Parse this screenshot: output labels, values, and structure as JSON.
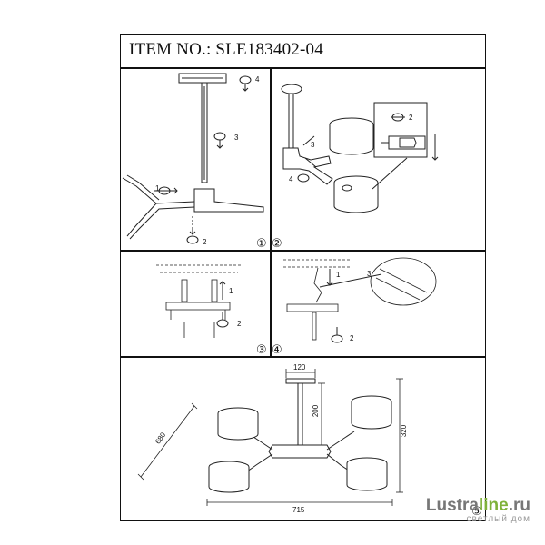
{
  "title": "ITEM NO.: SLE183402-04",
  "panels": {
    "p1": {
      "marker": "①",
      "steps": [
        "1",
        "2",
        "3",
        "4"
      ]
    },
    "p2": {
      "marker": "②",
      "steps": [
        "2",
        "3",
        "4"
      ]
    },
    "p3": {
      "marker": "③",
      "steps": [
        "1",
        "2"
      ]
    },
    "p4": {
      "marker": "④",
      "steps": [
        "1",
        "2",
        "3"
      ]
    },
    "p5": {
      "marker": "⑤"
    }
  },
  "dimensions": {
    "canopy": "120",
    "rod": "200",
    "height": "320",
    "width": "715",
    "diagonal": "680"
  },
  "watermark": {
    "brand_a": "Lustra",
    "brand_b": "line",
    "brand_c": ".ru",
    "tagline": "светлый дом"
  }
}
